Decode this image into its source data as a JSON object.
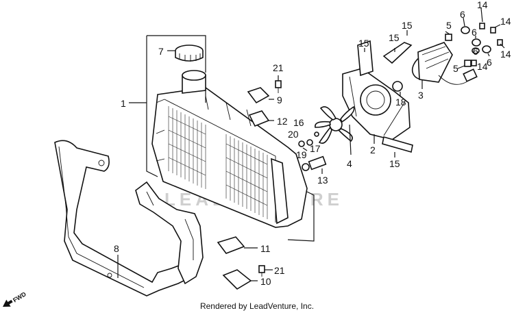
{
  "watermark": "LEADVENTURE",
  "footer": "Rendered by LeadVenture, Inc.",
  "fwd_label": "FWD",
  "callouts": {
    "c1": "1",
    "c2": "2",
    "c3": "3",
    "c4": "4",
    "c5a": "5",
    "c5b": "5",
    "c6a": "6",
    "c6b": "6",
    "c6c": "6",
    "c6d": "6",
    "c7": "7",
    "c8": "8",
    "c9": "9",
    "c10": "10",
    "c11": "11",
    "c12": "12",
    "c13": "13",
    "c14a": "14",
    "c14b": "14",
    "c14c": "14",
    "c14d": "14",
    "c15a": "15",
    "c15b": "15",
    "c15c": "15",
    "c15d": "15",
    "c16": "16",
    "c17": "17",
    "c18": "18",
    "c19": "19",
    "c20": "20",
    "c21a": "21",
    "c21b": "21"
  }
}
